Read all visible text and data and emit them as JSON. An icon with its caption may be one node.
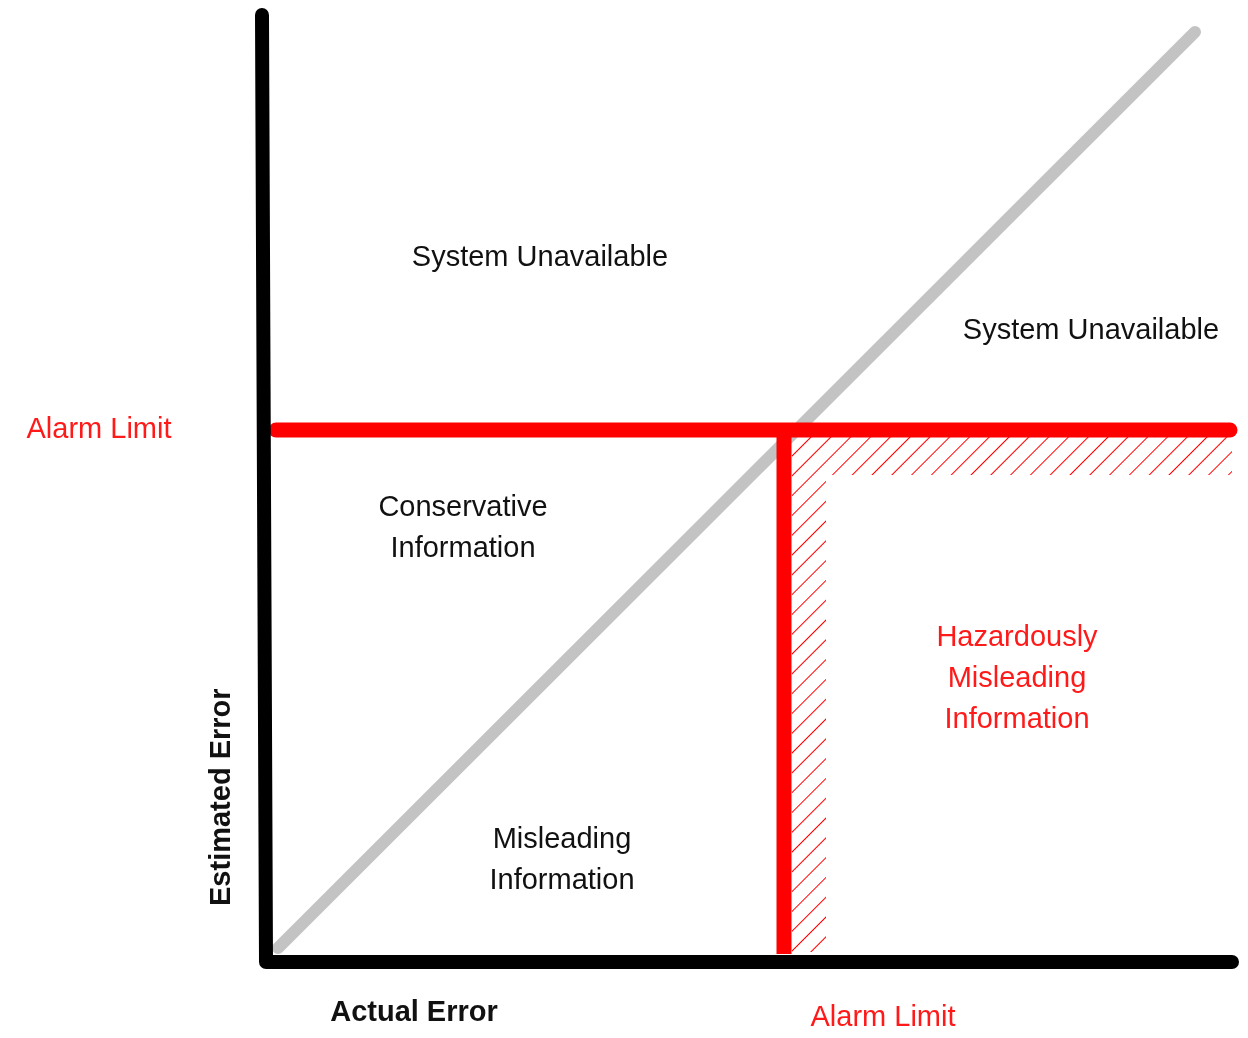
{
  "diagram": {
    "labels": [
      "System Unavailable",
      "System Unavailable",
      "Alarm Limit",
      "Conservative Information",
      "Hazardously Misleading Information",
      "Misleading Information",
      "Estimated Error",
      "Actual Error",
      "Alarm Limit"
    ]
  }
}
